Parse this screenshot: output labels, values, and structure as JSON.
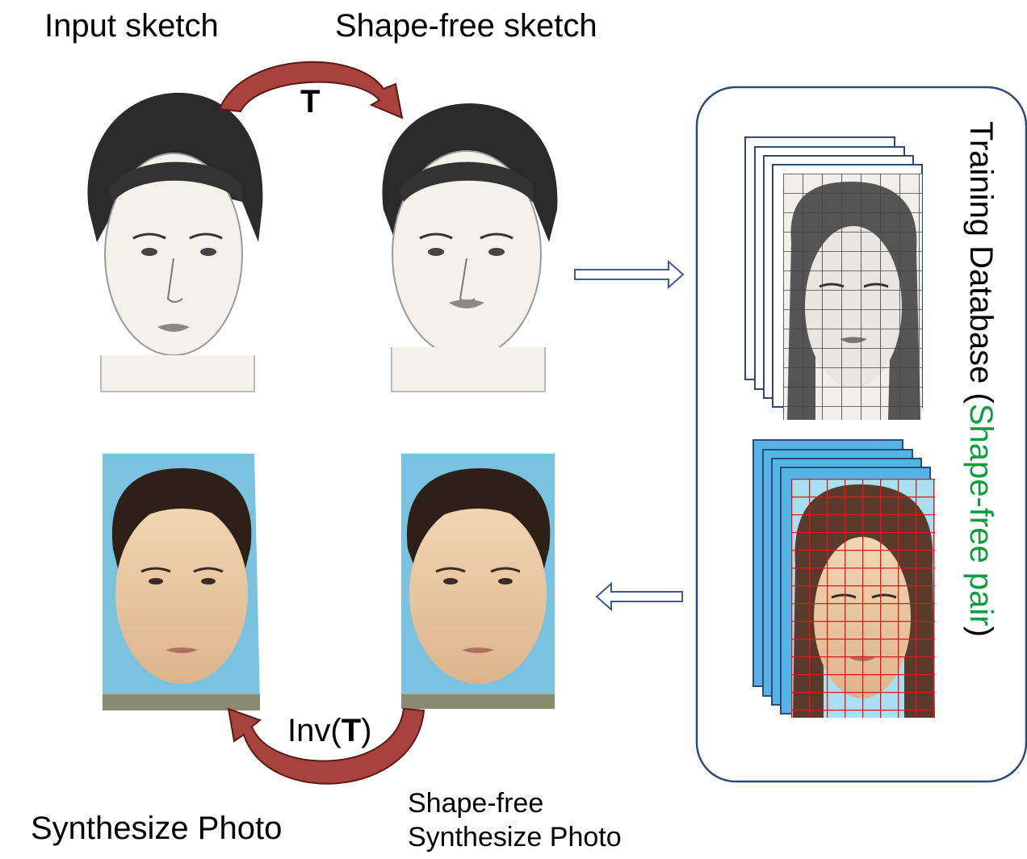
{
  "labels": {
    "input_sketch": "Input sketch",
    "shape_free_sketch": "Shape-free sketch",
    "t": "T",
    "inv_prefix": "Inv(",
    "inv_t": "T",
    "inv_suffix": ")",
    "synthesize_photo": "Synthesize Photo",
    "shape_free_line1": "Shape-free",
    "shape_free_line2": "Synthesize Photo"
  },
  "database": {
    "title_main": "Training Database",
    "paren_open": "(",
    "title_pair": "Shape-free pair",
    "paren_close": ")"
  },
  "colors": {
    "arc_arrow": "#a8423c",
    "arc_arrow_stroke": "#5c1a16",
    "box_border": "#2f4a7a",
    "flow_arrow": "#3b5a9a",
    "pair_text": "#0a9e3c",
    "photo_bg": "#79c2e0",
    "photo_frame": "#55b4e6",
    "grid_red": "#e0161c",
    "grid_gray": "#444444",
    "skin": "#e9c9a4",
    "hair": "#2e1f17"
  }
}
